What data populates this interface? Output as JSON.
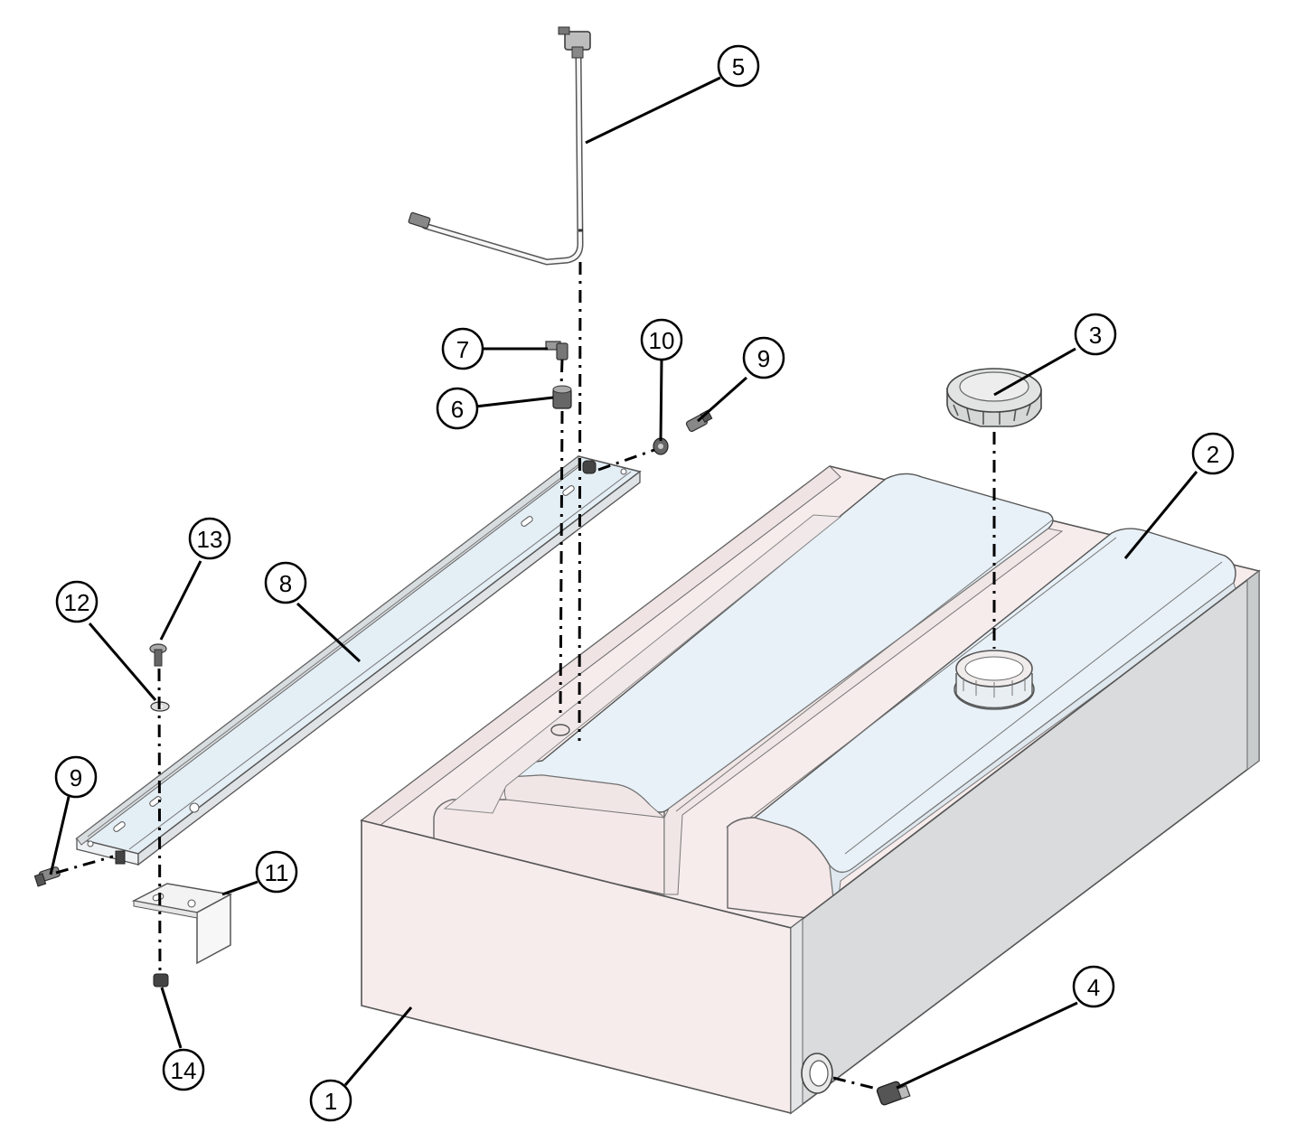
{
  "callouts": [
    {
      "label": "1"
    },
    {
      "label": "2"
    },
    {
      "label": "3"
    },
    {
      "label": "4"
    },
    {
      "label": "5"
    },
    {
      "label": "6"
    },
    {
      "label": "7"
    },
    {
      "label": "8"
    },
    {
      "label": "9"
    },
    {
      "label": "9"
    },
    {
      "label": "10"
    },
    {
      "label": "11"
    },
    {
      "label": "12"
    },
    {
      "label": "13"
    },
    {
      "label": "14"
    }
  ],
  "colors": {
    "shell_pink": "#f7ecec",
    "tank_blue": "#e8f1f7",
    "side_grey": "#d9dbdc",
    "rail_blue": "#e4eef5"
  }
}
